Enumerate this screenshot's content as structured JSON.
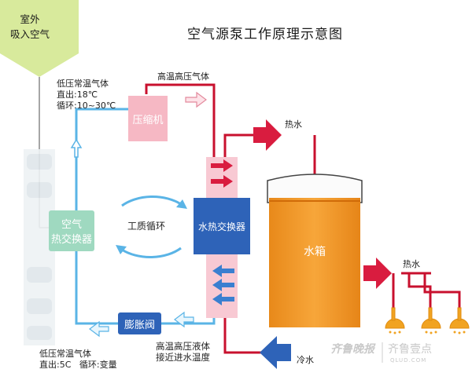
{
  "title": "空气源泵工作原理示意图",
  "outdoor_intake": {
    "line1": "室外",
    "line2": "吸入空气"
  },
  "top_left_gas": {
    "line1": "低压常温气体",
    "line2": "直出:18℃",
    "line3": "循环:10~30℃"
  },
  "top_gas": "高温高压气体",
  "compressor": "压缩机",
  "air_exchanger": {
    "line1": "空气",
    "line2": "热交换器"
  },
  "cycle": "工质循环",
  "water_exchanger": "水热交换器",
  "tank": "水箱",
  "hot_water_top": "热水",
  "hot_water_right": "热水",
  "cold_water": "冷水",
  "expansion_valve": "膨胀阀",
  "bottom_liquid": {
    "line1": "高温高压液体",
    "line2": "接近进水温度"
  },
  "bottom_left_gas": {
    "line1": "低压常温气体",
    "line2": "直出:5C",
    "line3": "循环:变量"
  },
  "watermark": {
    "brand": "齐鲁晚报",
    "site": "齐鲁壹点",
    "domain": "QLUD.COM"
  },
  "colors": {
    "hot_pipe": "#c8102e",
    "cold_pipe": "#5ab4e6",
    "tank": "#f39c2a",
    "water_exchanger": "#2e63b8",
    "air_exchanger": "#9fd9c0",
    "compressor": "#f6b8c4",
    "intake": "#d8ea9c"
  }
}
